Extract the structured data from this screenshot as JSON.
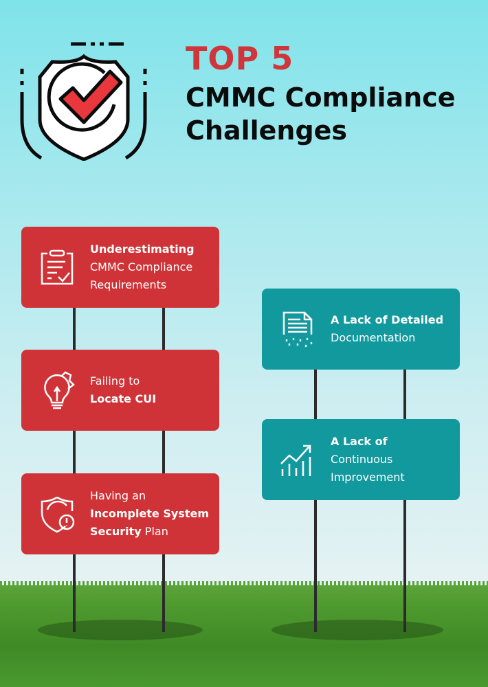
{
  "header": {
    "title_top": "TOP 5",
    "title_line1": "CMMC Compliance",
    "title_line2": "Challenges"
  },
  "colors": {
    "red": "#cf3337",
    "teal": "#12999e"
  },
  "cards": [
    {
      "icon": "clipboard-check-icon",
      "lines": [
        [
          {
            "t": "Underestimating",
            "b": true
          }
        ],
        [
          {
            "t": "CMMC Compliance",
            "b": false
          }
        ],
        [
          {
            "t": "Requirements",
            "b": false
          }
        ]
      ]
    },
    {
      "icon": "lightbulb-puzzle-icon",
      "lines": [
        [
          {
            "t": "Failing to",
            "b": false
          }
        ],
        [
          {
            "t": "Locate CUI",
            "b": true
          }
        ]
      ]
    },
    {
      "icon": "shield-alert-icon",
      "lines": [
        [
          {
            "t": "Having an",
            "b": false
          }
        ],
        [
          {
            "t": "Incomplete System",
            "b": true
          }
        ],
        [
          {
            "t": "Security",
            "b": true
          },
          {
            "t": " Plan",
            "b": false
          }
        ]
      ]
    },
    {
      "icon": "document-icon",
      "lines": [
        [
          {
            "t": "A Lack of Detailed",
            "b": true
          }
        ],
        [
          {
            "t": "Documentation",
            "b": false
          }
        ]
      ]
    },
    {
      "icon": "growth-chart-icon",
      "lines": [
        [
          {
            "t": "A Lack of",
            "b": true
          }
        ],
        [
          {
            "t": "Continuous",
            "b": false
          }
        ],
        [
          {
            "t": "Improvement",
            "b": false
          }
        ]
      ]
    }
  ]
}
